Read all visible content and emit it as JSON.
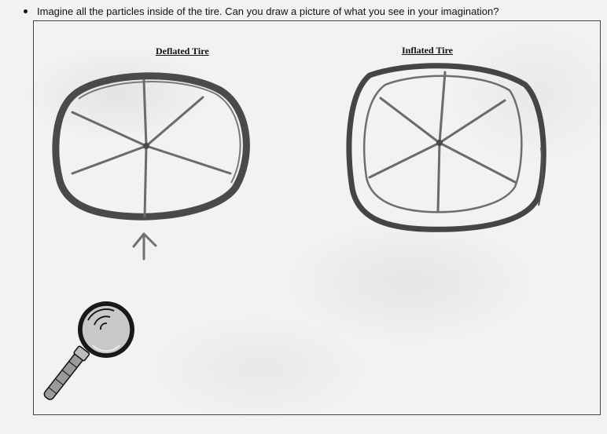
{
  "prompt": {
    "text": "Imagine all the particles inside of the tire. Can you draw a picture of what you see in your imagination?"
  },
  "drawing": {
    "deflated_label": "Deflated Tire",
    "inflated_label": "Inflated Tire",
    "icons": [
      "arrow-up-icon",
      "magnifying-glass-icon"
    ]
  },
  "colors": {
    "tire_outline": "#4a4a4a",
    "spokes": "#6b6b6b",
    "ink": "#111111"
  }
}
